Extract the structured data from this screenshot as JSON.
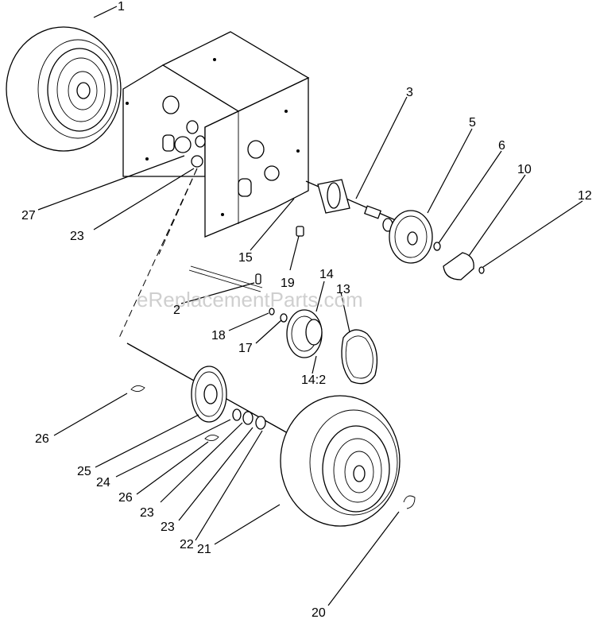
{
  "watermark": "eReplacementParts.com",
  "callouts": [
    "1",
    "3",
    "5",
    "6",
    "10",
    "12",
    "27",
    "23",
    "15",
    "19",
    "14",
    "13",
    "2",
    "18",
    "17",
    "14:2",
    "26",
    "25",
    "24",
    "26",
    "23",
    "23",
    "22",
    "21",
    "20"
  ]
}
